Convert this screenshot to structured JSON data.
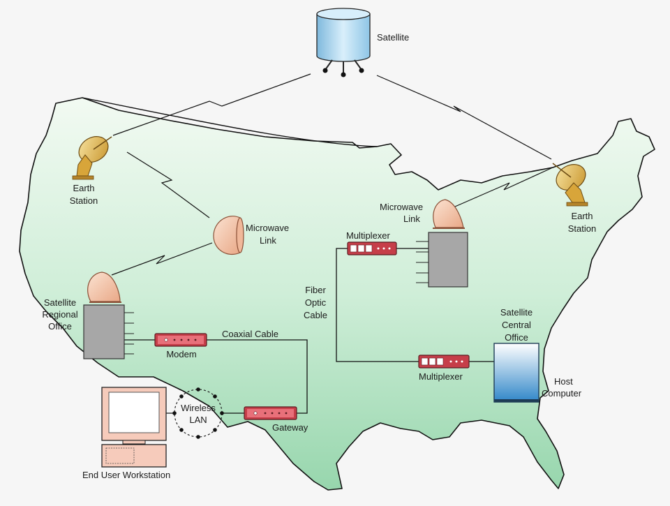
{
  "diagram": {
    "labels": {
      "satellite": "Satellite",
      "earth_station_w": [
        "Earth",
        "Station"
      ],
      "earth_station_e": [
        "Earth",
        "Station"
      ],
      "microwave_link_w": [
        "Microwave",
        "Link"
      ],
      "microwave_link_e": [
        "Microwave",
        "Link"
      ],
      "satellite_regional_office": [
        "Satellite",
        "Regional",
        "Office"
      ],
      "modem": "Modem",
      "coaxial_cable": "Coaxial Cable",
      "fiber_optic_cable": [
        "Fiber",
        "Optic",
        "Cable"
      ],
      "multiplexer_top": "Multiplexer",
      "multiplexer_bottom": "Multiplexer",
      "satellite_central_office": [
        "Satellite",
        "Central",
        "Office"
      ],
      "host_computer": [
        "Host",
        "Computer"
      ],
      "wireless_lan": [
        "Wireless",
        "LAN"
      ],
      "gateway": "Gateway",
      "end_user_workstation": "End User Workstation"
    },
    "colors": {
      "map_fill_top": "#f2faf2",
      "map_fill_bottom": "#9fd9b4",
      "dish": "#f3c7a8",
      "device_red": "#c9414c",
      "office_gray": "#a9a9a9",
      "satellite_blue": "#a9d6f0",
      "host_blue": "#3d8fcf",
      "workstation": "#f7cdbd"
    },
    "icons": [
      "satellite-icon",
      "dish-antenna-icon",
      "microwave-antenna-icon",
      "server-rack-icon",
      "modem-icon",
      "multiplexer-icon",
      "gateway-icon",
      "host-computer-icon",
      "monitor-icon",
      "keyboard-icon",
      "wireless-ring-icon"
    ]
  }
}
